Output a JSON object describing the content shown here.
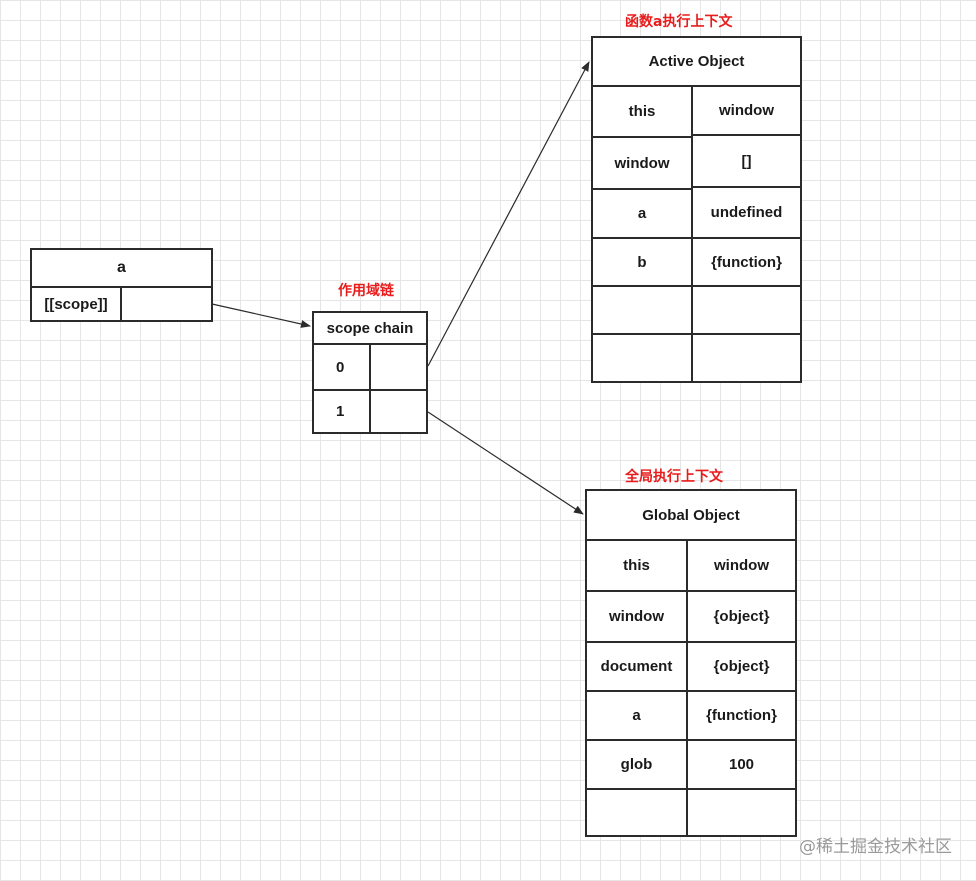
{
  "function_a": {
    "title": "a",
    "scope_label": "[[scope]]",
    "scope_value": ""
  },
  "scope_chain": {
    "caption": "作用域链",
    "title": "scope chain",
    "rows": [
      {
        "index": "0",
        "value": ""
      },
      {
        "index": "1",
        "value": ""
      }
    ]
  },
  "active_context": {
    "caption": "函数a执行上下文",
    "title": "Active Object",
    "rows": [
      {
        "key": "this",
        "value": "window"
      },
      {
        "key": "window",
        "value": "[]"
      },
      {
        "key": "a",
        "value": "undefined"
      },
      {
        "key": "b",
        "value": "{function}"
      },
      {
        "key": "",
        "value": ""
      },
      {
        "key": "",
        "value": ""
      }
    ]
  },
  "global_context": {
    "caption": "全局执行上下文",
    "title": "Global Object",
    "rows": [
      {
        "key": "this",
        "value": "window"
      },
      {
        "key": "window",
        "value": "{object}"
      },
      {
        "key": "document",
        "value": "{object}"
      },
      {
        "key": "a",
        "value": "{function}"
      },
      {
        "key": "glob",
        "value": "100"
      },
      {
        "key": "",
        "value": ""
      }
    ]
  },
  "watermark": "@稀土掘金技术社区",
  "colors": {
    "caption": "#e81c1c",
    "border": "#2b2b2b",
    "grid": "#e6e6e6",
    "watermark": "#9a9a9a"
  }
}
